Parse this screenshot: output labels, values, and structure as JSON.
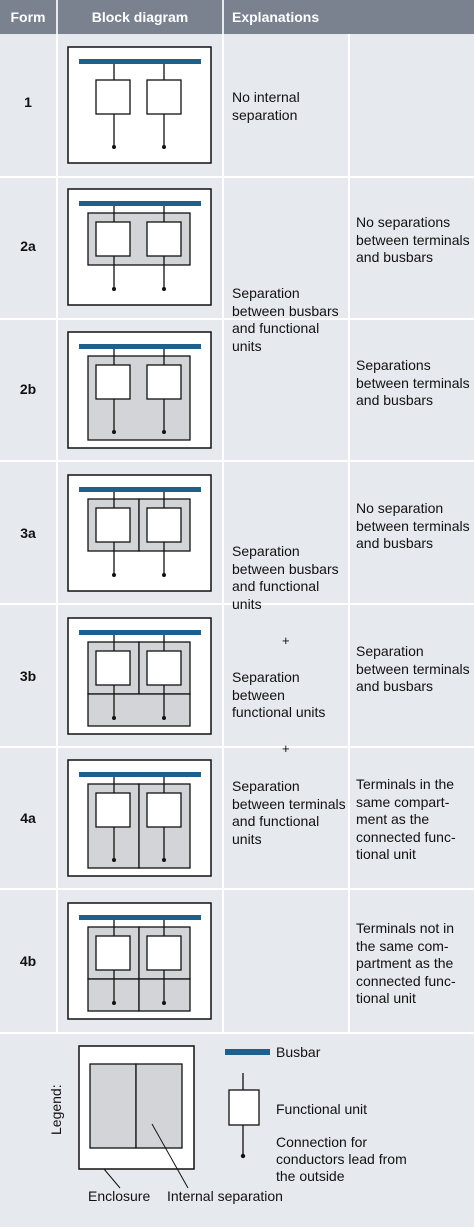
{
  "header": {
    "form": "Form",
    "block": "Block diagram",
    "expl": "Explanations"
  },
  "rows": [
    {
      "form": "1"
    },
    {
      "form": "2a"
    },
    {
      "form": "2b"
    },
    {
      "form": "3a"
    },
    {
      "form": "3b"
    },
    {
      "form": "4a"
    },
    {
      "form": "4b"
    }
  ],
  "explanations": {
    "form1": "No internal separation",
    "busbars_functional_2": "Separation between busbars and functional units",
    "busbars_functional_3": "Separation between busbars and functional units",
    "plus_1": "+",
    "functional_functional": "Separation between functional units",
    "plus_2": "+",
    "terminals_functional": "Separation between terminals and functional units",
    "2a": "No separations between terminals and busbars",
    "2b": "Separations between terminals and busbars",
    "3a": "No separation between terminals and busbars",
    "3b": "Separation between terminals and busbars",
    "4a": "Terminals in the same compart- ment as the connected func- tional unit",
    "4b": "Terminals not in the same com- partment as the connected func- tional unit"
  },
  "legend": {
    "title": "Legend:",
    "busbar": "Busbar",
    "functional_unit": "Functional unit",
    "connection": "Connection for conductors lead from the outside",
    "enclosure": "Enclosure",
    "internal_separation": "Internal separation"
  },
  "colors": {
    "header_bg": "#7a8290",
    "body_bg": "#e6e9ee",
    "busbar": "#1f5f8b",
    "compartment": "#d2d4d7"
  }
}
